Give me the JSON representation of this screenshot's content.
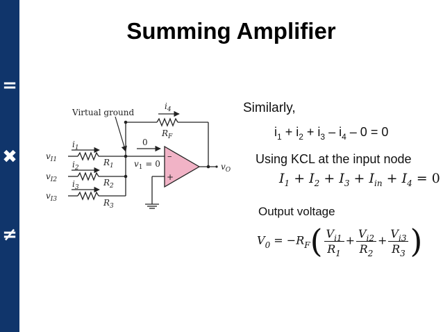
{
  "slide": {
    "title": "Summing Amplifier",
    "sidebar_symbols": [
      "=",
      "✖",
      "≠"
    ]
  },
  "circuit": {
    "virtual_ground_label": "Virtual ground",
    "feedback_current": "i",
    "feedback_current_sub": "4",
    "feedback_resistor": "R",
    "feedback_resistor_sub": "F",
    "node_current_value": "0",
    "node_voltage": "v",
    "node_voltage_sub": "1",
    "node_voltage_eq": " = 0",
    "output_label": "v",
    "output_label_sub": "O",
    "minus_sign": "–",
    "plus_sign": "+",
    "inputs": [
      {
        "v": "v",
        "v_sub": "I1",
        "i": "i",
        "i_sub": "1",
        "r": "R",
        "r_sub": "1"
      },
      {
        "v": "v",
        "v_sub": "I2",
        "i": "i",
        "i_sub": "2",
        "r": "R",
        "r_sub": "2"
      },
      {
        "v": "v",
        "v_sub": "I3",
        "i": "i",
        "i_sub": "3",
        "r": "R",
        "r_sub": "3"
      }
    ]
  },
  "text": {
    "similarly": "Similarly,",
    "current_sum": {
      "i1": "i",
      "s1": "1",
      "op1": " + ",
      "i2": "i",
      "s2": "2",
      "op2": " + ",
      "i3": "i",
      "s3": "3",
      "op3": " – ",
      "i4": "i",
      "s4": "4",
      "rest": " – 0 = 0"
    },
    "kcl": "Using KCL at the input node",
    "kcl_eq": {
      "t1": "I",
      "s1": "1",
      "op1": " + ",
      "t2": "I",
      "s2": "2",
      "op2": " + ",
      "t3": "I",
      "s3": "3",
      "op3": " + ",
      "t4": "I",
      "s4": "in",
      "op4": " + ",
      "t5": "I",
      "s5": "4",
      "rest": " = 0"
    },
    "output_voltage": "Output voltage",
    "output_eq": {
      "lhs": "V",
      "lhs_sub": "0",
      "eq": " = −",
      "rf": "R",
      "rf_sub": "F",
      "open": "(",
      "close": ")",
      "plus": "+",
      "terms": [
        {
          "num": "V",
          "num_sub": "i1",
          "den": "R",
          "den_sub": "1"
        },
        {
          "num": "V",
          "num_sub": "i2",
          "den": "R",
          "den_sub": "2"
        },
        {
          "num": "V",
          "num_sub": "i3",
          "den": "R",
          "den_sub": "3"
        }
      ]
    }
  }
}
